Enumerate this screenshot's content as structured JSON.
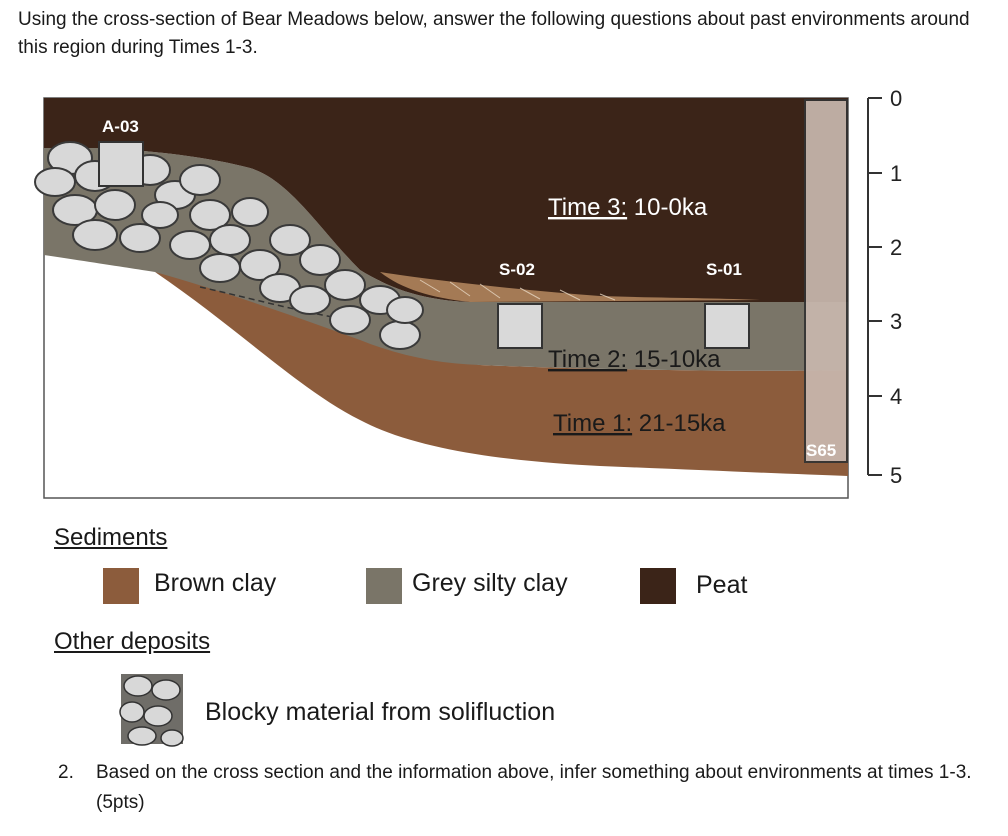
{
  "intro": "Using the cross-section of Bear Meadows below, answer the following questions about past environments around this region during Times 1-3.",
  "sites": {
    "a03": "A-03",
    "s02": "S-02",
    "s01": "S-01",
    "s65": "S65"
  },
  "times": {
    "t3_label": "Time 3:",
    "t3_range": "10-0ka",
    "t2_label": "Time 2:",
    "t2_range": "15-10ka",
    "t1_label": "Time 1:",
    "t1_range": "21-15ka"
  },
  "scale": {
    "ticks": [
      "0",
      "1",
      "2",
      "3",
      "4",
      "5"
    ]
  },
  "legend": {
    "sediments_heading": "Sediments",
    "brown_clay": "Brown clay",
    "grey_silty_clay": "Grey silty clay",
    "peat": "Peat",
    "other_heading": "Other deposits",
    "blocky": "Blocky material from solifluction"
  },
  "colors": {
    "peat": "#3b2418",
    "grey_silty_clay": "#7a7568",
    "brown_clay": "#8c5c3c",
    "core": "#c9b8ae"
  },
  "question": {
    "number": "2.",
    "text": "Based on the cross section and the information above, infer something about environments at times 1-3. (5pts)"
  }
}
